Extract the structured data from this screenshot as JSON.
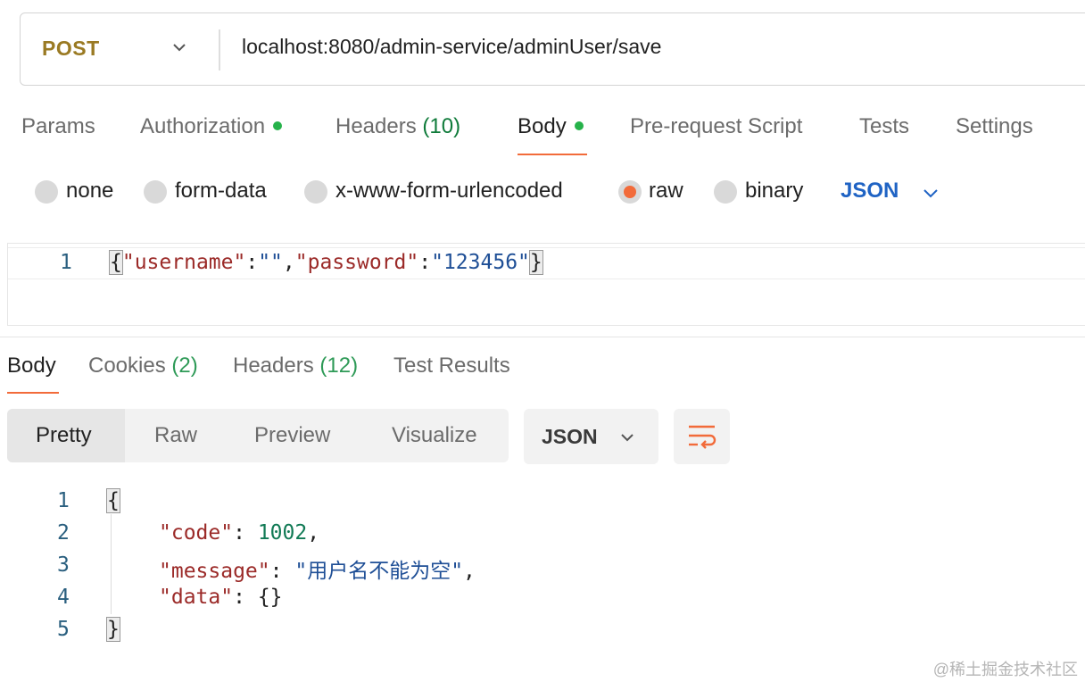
{
  "request": {
    "method": "POST",
    "url": "localhost:8080/admin-service/adminUser/save",
    "tabs": [
      {
        "label": "Params"
      },
      {
        "label": "Authorization"
      },
      {
        "label": "Headers",
        "count": "(10)"
      },
      {
        "label": "Body"
      },
      {
        "label": "Pre-request Script"
      },
      {
        "label": "Tests"
      },
      {
        "label": "Settings"
      }
    ],
    "active_tab": "Body",
    "body_types": [
      "none",
      "form-data",
      "x-www-form-urlencoded",
      "raw",
      "binary"
    ],
    "selected_body_type": "raw",
    "format": "JSON",
    "editor": {
      "line_number": "1",
      "open_brace": "{",
      "key1": "\"username\"",
      "colon1": ":",
      "val1": "\"\"",
      "comma": ",",
      "key2": "\"password\"",
      "colon2": ":",
      "val2": "\"123456\"",
      "close_brace": "}"
    }
  },
  "response": {
    "tabs": [
      {
        "label": "Body"
      },
      {
        "label": "Cookies",
        "count": "(2)"
      },
      {
        "label": "Headers",
        "count": "(12)"
      },
      {
        "label": "Test Results"
      }
    ],
    "active_tab": "Body",
    "views": [
      "Pretty",
      "Raw",
      "Preview",
      "Visualize"
    ],
    "active_view": "Pretty",
    "format": "JSON",
    "lines": {
      "numbers": [
        "1",
        "2",
        "3",
        "4",
        "5"
      ],
      "open_brace": "{",
      "code_key": "\"code\"",
      "code_val": "1002",
      "message_key": "\"message\"",
      "message_val": "\"用户名不能为空\"",
      "data_key": "\"data\"",
      "data_val": "{}",
      "colon": ":",
      "comma": ",",
      "close_brace": "}"
    }
  },
  "watermark": "@稀土掘金技术社区",
  "colors": {
    "accent": "#f26b3a",
    "method": "#9a7a23",
    "dot_green": "#26b24a",
    "json_blue": "#1f63c4"
  }
}
